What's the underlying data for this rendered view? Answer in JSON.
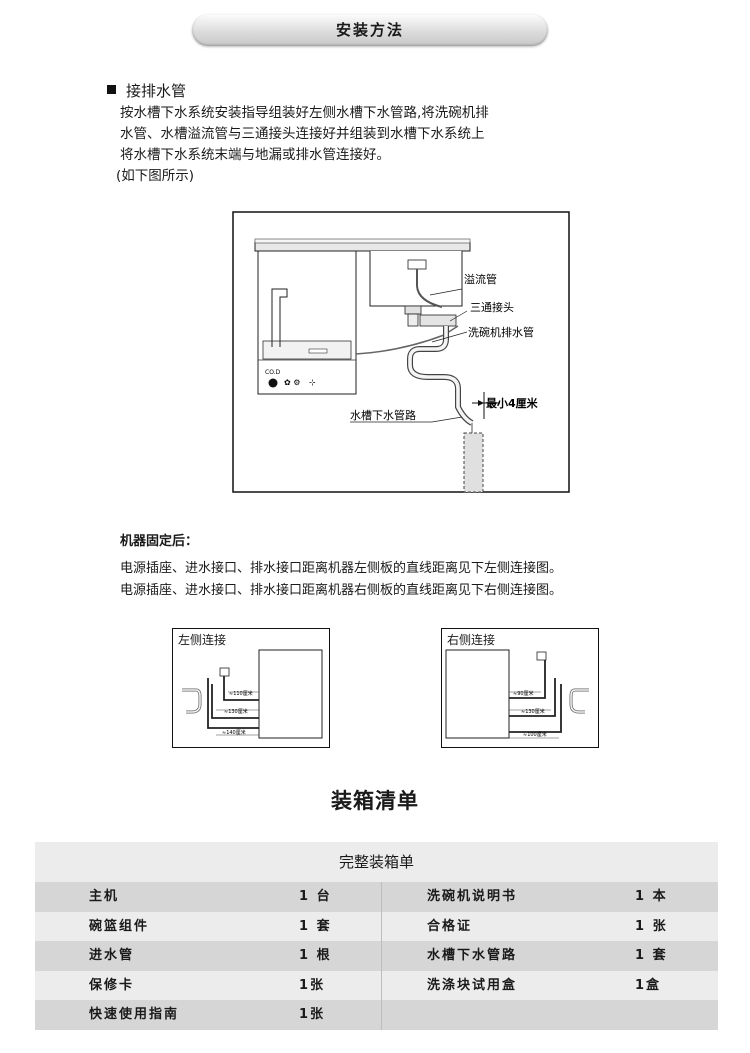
{
  "header": {
    "title": "安装方法"
  },
  "drain_section": {
    "heading": "接排水管",
    "paragraph_lines": [
      "按水槽下水系统安装指导组装好左侧水槽下水管路,将洗碗机排",
      "水管、水槽溢流管与三通接头连接好并组装到水槽下水系统上",
      "将水槽下水系统末端与地漏或排水管连接好。"
    ],
    "note": "(如下图所示)"
  },
  "main_diagram": {
    "labels": {
      "overflow": "溢流管",
      "tee": "三通接头",
      "drain_hose": "洗碗机排水管",
      "min_gap": "最小4厘米",
      "sink_drain": "水槽下水管路",
      "panel_text": "CO.D"
    }
  },
  "fixed_section": {
    "title": "机器固定后：",
    "lines": [
      "电源插座、进水接口、排水接口距离机器左侧板的直线距离见下左侧连接图。",
      "电源插座、进水接口、排水接口距离机器右侧板的直线距离见下右侧连接图。"
    ]
  },
  "left_diagram": {
    "caption": "左侧连接",
    "dims": [
      "≈110厘米",
      "≈130厘米",
      "≈140厘米"
    ]
  },
  "right_diagram": {
    "caption": "右侧连接",
    "dims": [
      "≈90厘米",
      "≈130厘米",
      "≈100厘米"
    ]
  },
  "packing": {
    "title": "装箱清单",
    "table_title": "完整装箱单",
    "rows": [
      {
        "item1": "主机",
        "qty1": "1 台",
        "item2": "洗碗机说明书",
        "qty2": "1 本"
      },
      {
        "item1": "碗篮组件",
        "qty1": "1 套",
        "item2": "合格证",
        "qty2": "1 张"
      },
      {
        "item1": "进水管",
        "qty1": "1 根",
        "item2": "水槽下水管路",
        "qty2": "1 套"
      },
      {
        "item1": "保修卡",
        "qty1": "1张",
        "item2": "洗涤块试用盒",
        "qty2": "1盒"
      },
      {
        "item1": "快速使用指南",
        "qty1": "1张",
        "item2": "",
        "qty2": ""
      }
    ]
  }
}
